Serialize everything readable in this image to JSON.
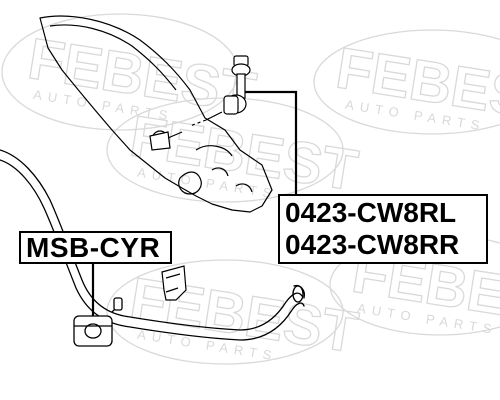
{
  "watermark": {
    "brand": "FEBEST",
    "tagline": "AUTO PARTS",
    "color": "#d9d9d9"
  },
  "callouts": [
    {
      "part_number": "MSB-CYR",
      "target": "stabilizer-bushing"
    },
    {
      "part_numbers": [
        "0423-CW8RL",
        "0423-CW8RR"
      ],
      "target": "stabilizer-link"
    }
  ],
  "style": {
    "line_color": "#000000",
    "label_border_color": "#000000",
    "label_background": "#ffffff"
  }
}
